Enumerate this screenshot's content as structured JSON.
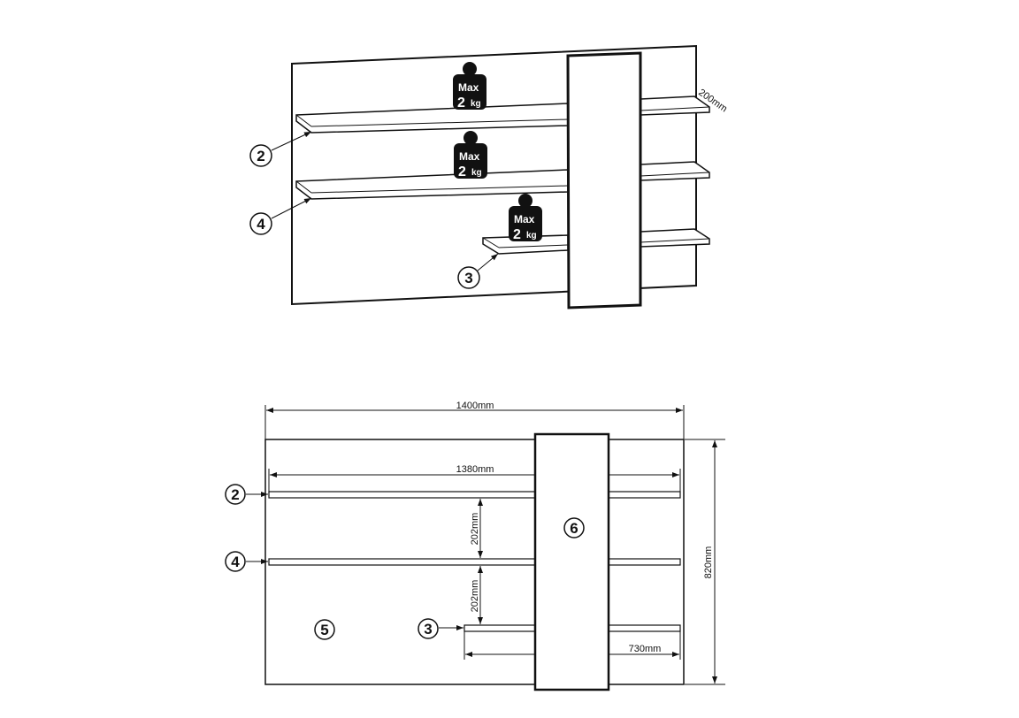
{
  "perspective_view": {
    "depth_label": "200mm",
    "weight_limits": [
      {
        "max": "Max",
        "value": "2",
        "unit": "kg"
      },
      {
        "max": "Max",
        "value": "2",
        "unit": "kg"
      },
      {
        "max": "Max",
        "value": "2",
        "unit": "kg"
      }
    ],
    "callouts": [
      "2",
      "4",
      "3"
    ]
  },
  "front_view": {
    "total_width": "1400mm",
    "shelf_width": "1380mm",
    "spacing_upper": "202mm",
    "spacing_lower": "202mm",
    "short_shelf_width": "730mm",
    "height": "820mm",
    "callouts": {
      "shelf_top": "2",
      "shelf_middle": "4",
      "panel": "5",
      "shelf_short": "3",
      "column": "6"
    }
  },
  "colors": {
    "line": "#111111",
    "background": "#ffffff"
  }
}
